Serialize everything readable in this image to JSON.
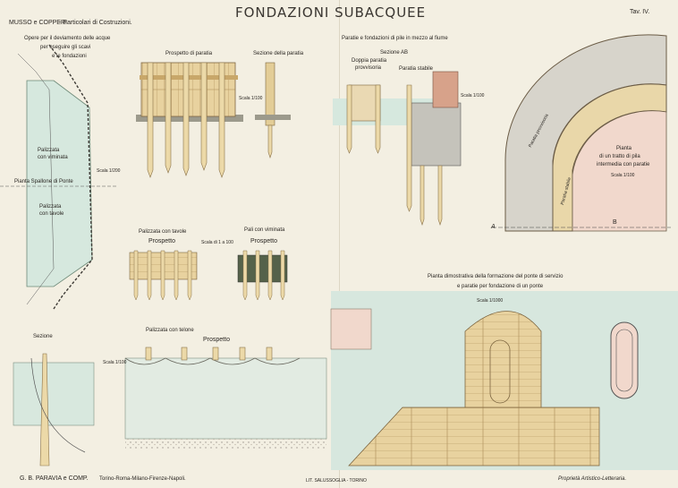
{
  "header": {
    "title": "FONDAZIONI SUBACQUEE",
    "authors": "MUSSO e COPPERI",
    "subtitle": "- Particolari di Costruzioni.",
    "plate": "Tav. IV."
  },
  "left_page": {
    "diversion_caption": [
      "Opere per il deviamento delle acque",
      "per eseguire gli scavi",
      "e le fondazioni"
    ],
    "palizzata_viminata": [
      "Palizzata",
      "con viminata"
    ],
    "pianta_spallone": "Pianta Spallone di Ponte",
    "palizzata_tavole": [
      "Palizzata",
      "con tavole"
    ],
    "scala_small": "Scala 1/200",
    "prospetto_paratia": "Prospetto di paratia",
    "sezione_paratia": "Sezione della paratia",
    "scala_paratia": "Scala 1/100",
    "palizzata_con_tavole": "Palizzata con tavole",
    "prospetto_1": "Prospetto",
    "scala_1_100": "Scala di 1 a 100",
    "pali_viminata": "Pali con viminata",
    "prospetto_2": "Prospetto",
    "palizzata_telone": "Palizzata con telone",
    "prospetto_3": "Prospetto",
    "sezione": "Sezione",
    "scala_telone": "Scala 1/100",
    "publisher": "G. B. PARAVIA e COMP.",
    "cities": "Torino-Roma-Milano-Firenze-Napoli."
  },
  "right_page": {
    "paratie_caption": "Paratie e fondazioni di pile in mezzo al fiume",
    "sezione_ab": "Sezione AB",
    "doppia_paratia": [
      "Doppia paratia",
      "provvisoria"
    ],
    "paratia_stabile": "Paratia stabile",
    "scala_ab": "Scala 1/100",
    "paratia_provvisoria_arc": "Paratia provvisoria",
    "paratia_stabile_arc": "Paratia stabile",
    "pianta_pila": [
      "Pianta",
      "di un tratto di pila",
      "intermedia con paratie"
    ],
    "scala_pila": "Scala 1/100",
    "label_a": "A",
    "label_b": "B",
    "pianta_dimostrativa": [
      "Pianta dimostrativa della formazione del ponte di servizio",
      "e paratie per fondazione di un ponte"
    ],
    "scala_ponte": "Scala 1/1000",
    "lithographer": "LIT. SALUSSOGLIA - TORINO",
    "proprieta": "Proprietà Artistico-Letteraria."
  },
  "colors": {
    "paper": "#f3efe2",
    "water": "#d3e6dd",
    "wood": "#e6cf9a",
    "wood_dark": "#a98a55",
    "ink": "#2a2622",
    "pink": "#f1d8cc"
  }
}
